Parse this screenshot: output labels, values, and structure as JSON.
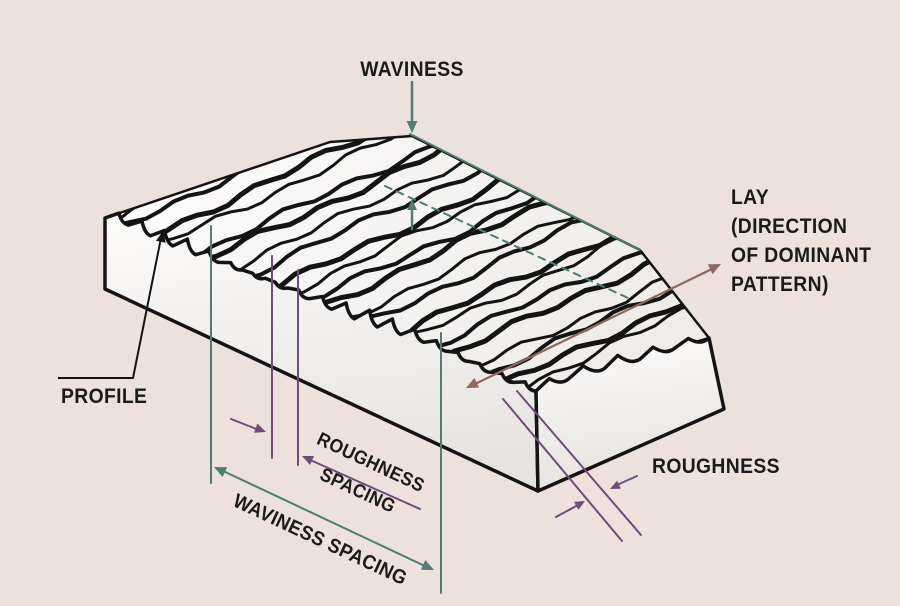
{
  "figure": {
    "title_hint": "Surface texture terminology diagram"
  },
  "labels": {
    "waviness": "WAVINESS",
    "lay_line1": "LAY",
    "lay_line2": "(DIRECTION",
    "lay_line3": "OF DOMINANT",
    "lay_line4": "PATTERN)",
    "profile": "PROFILE",
    "roughness_spacing_line1": "ROUGHNESS",
    "roughness_spacing_line2": "SPACING",
    "waviness_spacing": "WAVINESS SPACING",
    "roughness": "ROUGHNESS"
  },
  "colors": {
    "background": "#ece1dd",
    "outline": "#141414",
    "teal": "#4e7d74",
    "purple": "#6f4c7a",
    "brown": "#8d6a5e",
    "face_light": "#fcfbfa",
    "face_shade": "#e6e3e0",
    "top_light": "#fdfdfc",
    "top_shade": "#efece9",
    "text": "#1b1b1b"
  }
}
